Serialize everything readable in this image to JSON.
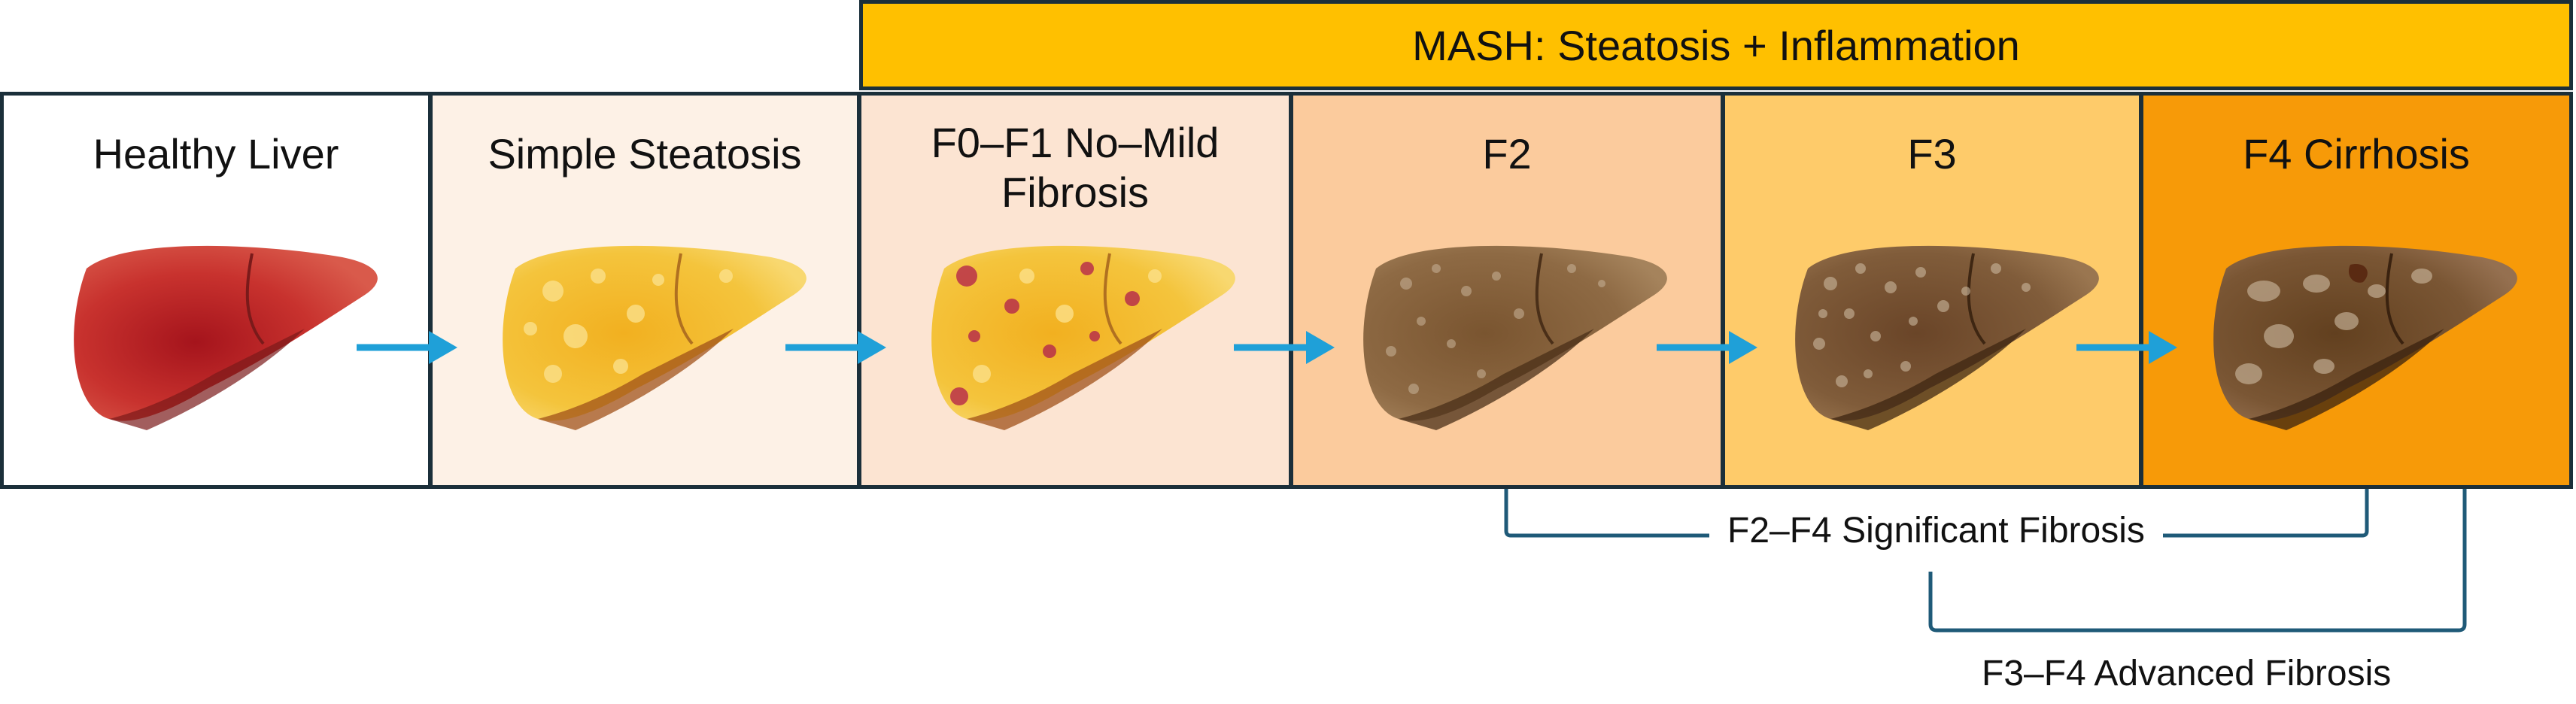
{
  "banner": {
    "label": "MASH: Steatosis + Inflammation",
    "color": "#FFC000"
  },
  "stages": [
    {
      "title": "Healthy Liver",
      "bg": "#FFFFFF",
      "liver": "red"
    },
    {
      "title": "Simple Steatosis",
      "bg": "#FDF1E6",
      "liver": "yellow-fat"
    },
    {
      "title": "F0–F1 No–Mild Fibrosis",
      "bg": "#FCE4D2",
      "liver": "yellow-inflamed"
    },
    {
      "title": "F2",
      "bg": "#FBCB9D",
      "liver": "brown"
    },
    {
      "title": "F3",
      "bg": "#FECB6A",
      "liver": "brown"
    },
    {
      "title": "F4 Cirrhosis",
      "bg": "#F79A08",
      "liver": "brown-cirrhotic"
    }
  ],
  "arrow_color": "#1FA0D8",
  "brackets": {
    "significant": "F2–F4 Significant Fibrosis",
    "advanced": "F3–F4 Advanced Fibrosis"
  }
}
